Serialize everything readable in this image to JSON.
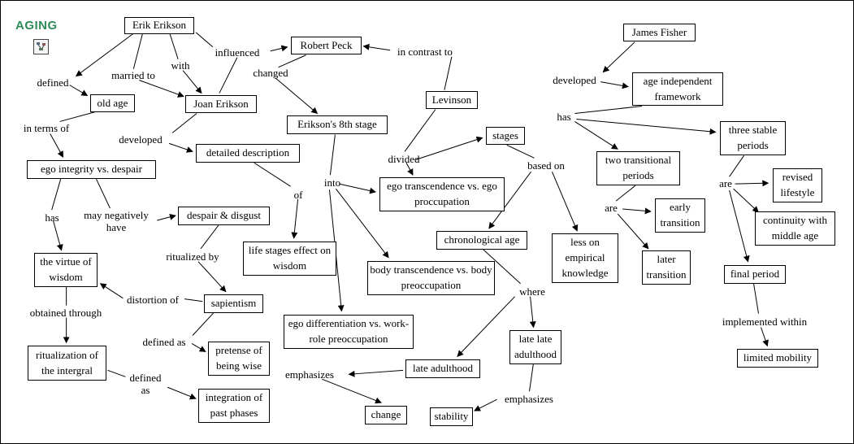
{
  "title": {
    "label": "AGING",
    "color": "#2e8b57"
  },
  "icon": {
    "name": "cmap-resource-icon"
  },
  "nodes": [
    {
      "id": "erik-erikson",
      "label": "Erik Erikson"
    },
    {
      "id": "robert-peck",
      "label": "Robert Peck"
    },
    {
      "id": "james-fisher",
      "label": "James Fisher"
    },
    {
      "id": "old-age",
      "label": "old age"
    },
    {
      "id": "joan-erikson",
      "label": "Joan Erikson"
    },
    {
      "id": "age-independent-framework",
      "label": "age independent framework"
    },
    {
      "id": "levinson",
      "label": "Levinson"
    },
    {
      "id": "eriksons-8th-stage",
      "label": "Erikson's 8th stage"
    },
    {
      "id": "stages",
      "label": "stages"
    },
    {
      "id": "three-stable-periods",
      "label": "three stable periods"
    },
    {
      "id": "detailed-description",
      "label": "detailed description"
    },
    {
      "id": "ego-integrity-vs-despair",
      "label": "ego integrity vs. despair"
    },
    {
      "id": "two-transitional-periods",
      "label": "two transitional periods"
    },
    {
      "id": "revised-lifestyle",
      "label": "revised lifestyle"
    },
    {
      "id": "ego-transcendence",
      "label": "ego transcendence vs. ego proccupation"
    },
    {
      "id": "despair-and-disgust",
      "label": "despair & disgust"
    },
    {
      "id": "early-transition",
      "label": "early transition"
    },
    {
      "id": "continuity-with-middle-age",
      "label": "continuity with middle age"
    },
    {
      "id": "chronological-age",
      "label": "chronological age"
    },
    {
      "id": "less-on-empirical-knowledge",
      "label": "less on empirical knowledge"
    },
    {
      "id": "life-stages-effect-on-wisdom",
      "label": "life stages effect on wisdom"
    },
    {
      "id": "later-transition",
      "label": "later transition"
    },
    {
      "id": "the-virtue-of-wisdom",
      "label": "the virtue of wisdom"
    },
    {
      "id": "body-transcendence",
      "label": "body transcendence vs. body preoccupation"
    },
    {
      "id": "final-period",
      "label": "final period"
    },
    {
      "id": "sapientism",
      "label": "sapientism"
    },
    {
      "id": "ego-differentiation",
      "label": "ego differentiation vs. work-role preoccupation"
    },
    {
      "id": "late-late-adulthood",
      "label": "late late adulthood"
    },
    {
      "id": "ritualization-of-the-intergral",
      "label": "ritualization of the intergral"
    },
    {
      "id": "pretense-of-being-wise",
      "label": "pretense of being wise"
    },
    {
      "id": "late-adulthood",
      "label": "late adulthood"
    },
    {
      "id": "limited-mobility",
      "label": "limited mobility"
    },
    {
      "id": "integration-of-past-phases",
      "label": "integration of past phases"
    },
    {
      "id": "change",
      "label": "change"
    },
    {
      "id": "stability",
      "label": "stability"
    }
  ],
  "edge_labels": [
    {
      "id": "influenced",
      "label": "influenced"
    },
    {
      "id": "in-contrast-to",
      "label": "in contrast to"
    },
    {
      "id": "with",
      "label": "with"
    },
    {
      "id": "changed",
      "label": "changed"
    },
    {
      "id": "developed-fisher",
      "label": "developed"
    },
    {
      "id": "married-to",
      "label": "married to"
    },
    {
      "id": "defined",
      "label": "defined"
    },
    {
      "id": "has-fisher",
      "label": "has"
    },
    {
      "id": "in-terms-of",
      "label": "in terms of"
    },
    {
      "id": "developed-joan",
      "label": "developed"
    },
    {
      "id": "divided",
      "label": "divided"
    },
    {
      "id": "based-on",
      "label": "based on"
    },
    {
      "id": "into",
      "label": "into"
    },
    {
      "id": "are-three-stable",
      "label": "are"
    },
    {
      "id": "of",
      "label": "of"
    },
    {
      "id": "has-ego-integrity",
      "label": "has"
    },
    {
      "id": "may-negatively-have",
      "label": "may negatively have"
    },
    {
      "id": "are-two-transitional",
      "label": "are"
    },
    {
      "id": "ritualized-by",
      "label": "ritualized by"
    },
    {
      "id": "where",
      "label": "where"
    },
    {
      "id": "distortion-of",
      "label": "distortion of"
    },
    {
      "id": "obtained-through",
      "label": "obtained through"
    },
    {
      "id": "defined-as-1",
      "label": "defined as"
    },
    {
      "id": "implemented-within",
      "label": "implemented within"
    },
    {
      "id": "emphasizes-left",
      "label": "emphasizes"
    },
    {
      "id": "defined-as-2",
      "label": "defined as"
    },
    {
      "id": "emphasizes-right",
      "label": "emphasizes"
    }
  ]
}
